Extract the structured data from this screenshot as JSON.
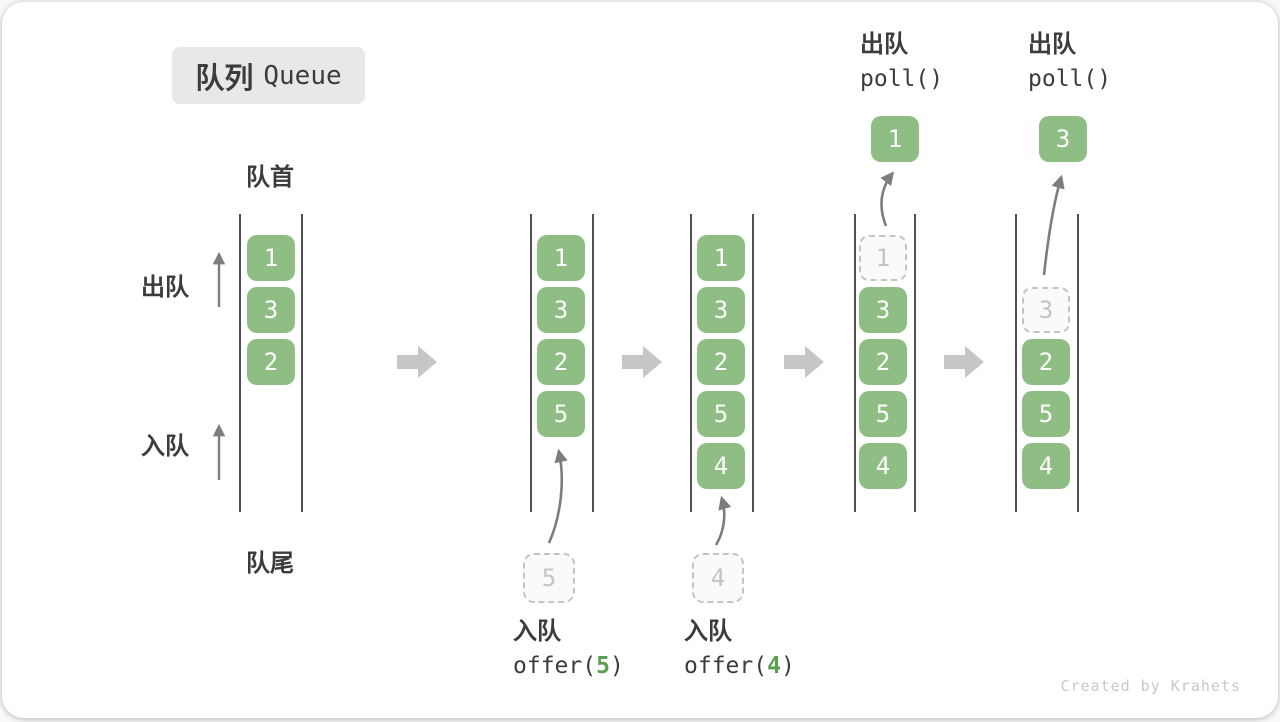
{
  "title": {
    "zh": "队列",
    "en": "Queue"
  },
  "side_labels": {
    "front": "队首",
    "rear": "队尾",
    "dequeue": "出队",
    "enqueue": "入队"
  },
  "colors": {
    "green": "#8fbe85",
    "code_green": "#5a9e4f",
    "ink": "#3c3c3c",
    "wall": "#4f4f4f",
    "dash": "#c4c4c4",
    "arrow": "#7d7d7d",
    "block_arrow": "#c6c6c6",
    "title_bg": "#e8e8e8",
    "muted": "#c9c9c9"
  },
  "queues": [
    {
      "cells": [
        {
          "v": "1",
          "type": "solid"
        },
        {
          "v": "3",
          "type": "solid"
        },
        {
          "v": "2",
          "type": "solid"
        }
      ]
    },
    {
      "cells": [
        {
          "v": "1",
          "type": "solid"
        },
        {
          "v": "3",
          "type": "solid"
        },
        {
          "v": "2",
          "type": "solid"
        },
        {
          "v": "5",
          "type": "solid"
        }
      ],
      "incoming": "5"
    },
    {
      "cells": [
        {
          "v": "1",
          "type": "solid"
        },
        {
          "v": "3",
          "type": "solid"
        },
        {
          "v": "2",
          "type": "solid"
        },
        {
          "v": "5",
          "type": "solid"
        },
        {
          "v": "4",
          "type": "solid"
        }
      ],
      "incoming": "4"
    },
    {
      "cells": [
        {
          "v": "1",
          "type": "dashed"
        },
        {
          "v": "3",
          "type": "solid"
        },
        {
          "v": "2",
          "type": "solid"
        },
        {
          "v": "5",
          "type": "solid"
        },
        {
          "v": "4",
          "type": "solid"
        }
      ],
      "outgoing": "1"
    },
    {
      "cells": [
        {
          "v": "",
          "type": "empty"
        },
        {
          "v": "3",
          "type": "dashed"
        },
        {
          "v": "2",
          "type": "solid"
        },
        {
          "v": "5",
          "type": "solid"
        },
        {
          "v": "4",
          "type": "solid"
        }
      ],
      "outgoing": "3"
    }
  ],
  "operations": {
    "offer5": {
      "label": "入队",
      "code_open": "offer(",
      "arg": "5",
      "code_close": ")"
    },
    "offer4": {
      "label": "入队",
      "code_open": "offer(",
      "arg": "4",
      "code_close": ")"
    },
    "poll1": {
      "label": "出队",
      "code": "poll()"
    },
    "poll2": {
      "label": "出队",
      "code": "poll()"
    }
  },
  "watermark": "Created by Krahets"
}
